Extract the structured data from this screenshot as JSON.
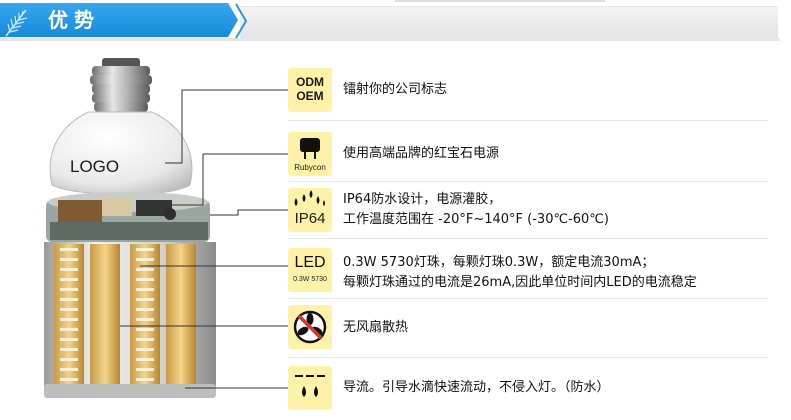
{
  "header": {
    "title": "优势"
  },
  "product": {
    "logo_text": "LOGO"
  },
  "features": [
    {
      "icon": "odm-oem-badge",
      "icon_lines": [
        "ODM",
        "OEM"
      ],
      "lines": [
        "镭射你的公司标志"
      ]
    },
    {
      "icon": "rubycon-capacitor-icon",
      "icon_caption": "Rubycon",
      "lines": [
        "使用高端品牌的红宝石电源"
      ]
    },
    {
      "icon": "ip64-water-drops-icon",
      "icon_caption": "IP64",
      "lines": [
        " IP64防水设计，电源灌胶，",
        "工作温度范围在 -20°F~140°F (-30℃-60℃)"
      ]
    },
    {
      "icon": "led-chip-icon",
      "icon_caption": "LED",
      "icon_sub": "0.3W 5730",
      "lines": [
        "0.3W 5730灯珠，每颗灯珠0.3W，额定电流30mA；",
        "每颗灯珠通过的电流是26mA,因此单位时间内LED的电流稳定"
      ]
    },
    {
      "icon": "no-fan-icon",
      "lines": [
        "无风扇散热"
      ]
    },
    {
      "icon": "drainage-drops-icon",
      "lines": [
        "导流。引导水滴快速流动，不侵入灯。（防水）"
      ]
    }
  ]
}
